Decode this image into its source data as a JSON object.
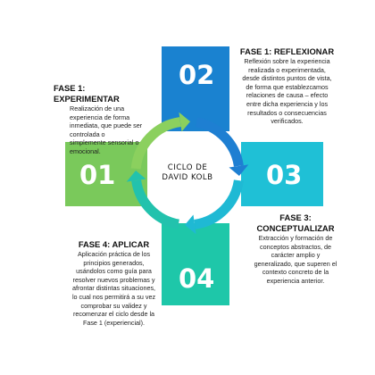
{
  "colors": {
    "phase_1": "#7ac95b",
    "phase_2": "#1a82d0",
    "phase_3": "#1fc0d6",
    "phase_4": "#1ec7a9",
    "arrow_green": "#8bd05e",
    "arrow_blue": "#1e7fd2",
    "arrow_cyan": "#1fb9d4",
    "arrow_teal": "#22c2ad"
  },
  "center": {
    "line1": "CICLO DE",
    "line2": "DAVID KOLB"
  },
  "arms": [
    {
      "number": "01",
      "color_key": "phase_1"
    },
    {
      "number": "02",
      "color_key": "phase_2"
    },
    {
      "number": "03",
      "color_key": "phase_3"
    },
    {
      "number": "04",
      "color_key": "phase_4"
    }
  ],
  "phases": [
    {
      "title": "FASE 1: EXPERIMENTAR",
      "lines": [
        "Realización de una",
        "experiencia de forma",
        "inmediata, que puede ser",
        "controlada o",
        "simplemente sensorial o",
        "emocional."
      ]
    },
    {
      "title": "FASE 1: REFLEXIONAR",
      "lines": [
        "Reflexión sobre la experiencia",
        "realizada o experimentada,",
        "desde distintos puntos de vista,",
        "de forma que establezcamos",
        "relaciones de causa – efecto",
        "entre dicha experiencia y los",
        "resultados o consecuencias",
        "verificados."
      ]
    },
    {
      "title": "FASE 3: CONCEPTUALIZAR",
      "lines": [
        "Extracción y formación de",
        "conceptos abstractos, de",
        "carácter amplio y",
        "generalizado, que superen el",
        "contexto concreto de la",
        "experiencia anterior."
      ]
    },
    {
      "title": "FASE 4: APLICAR",
      "lines": [
        "Aplicación práctica de los",
        "principios generados,",
        "usándolos como guía para",
        "resolver nuevos problemas y",
        "afrontar distintas situaciones,",
        "lo cual nos permitirá a su vez",
        "comprobar su validez y",
        "recomenzar el ciclo desde la",
        "Fase 1 (experiencial)."
      ]
    }
  ],
  "arrow_directions": [
    "clockwise",
    "clockwise",
    "clockwise",
    "clockwise"
  ]
}
